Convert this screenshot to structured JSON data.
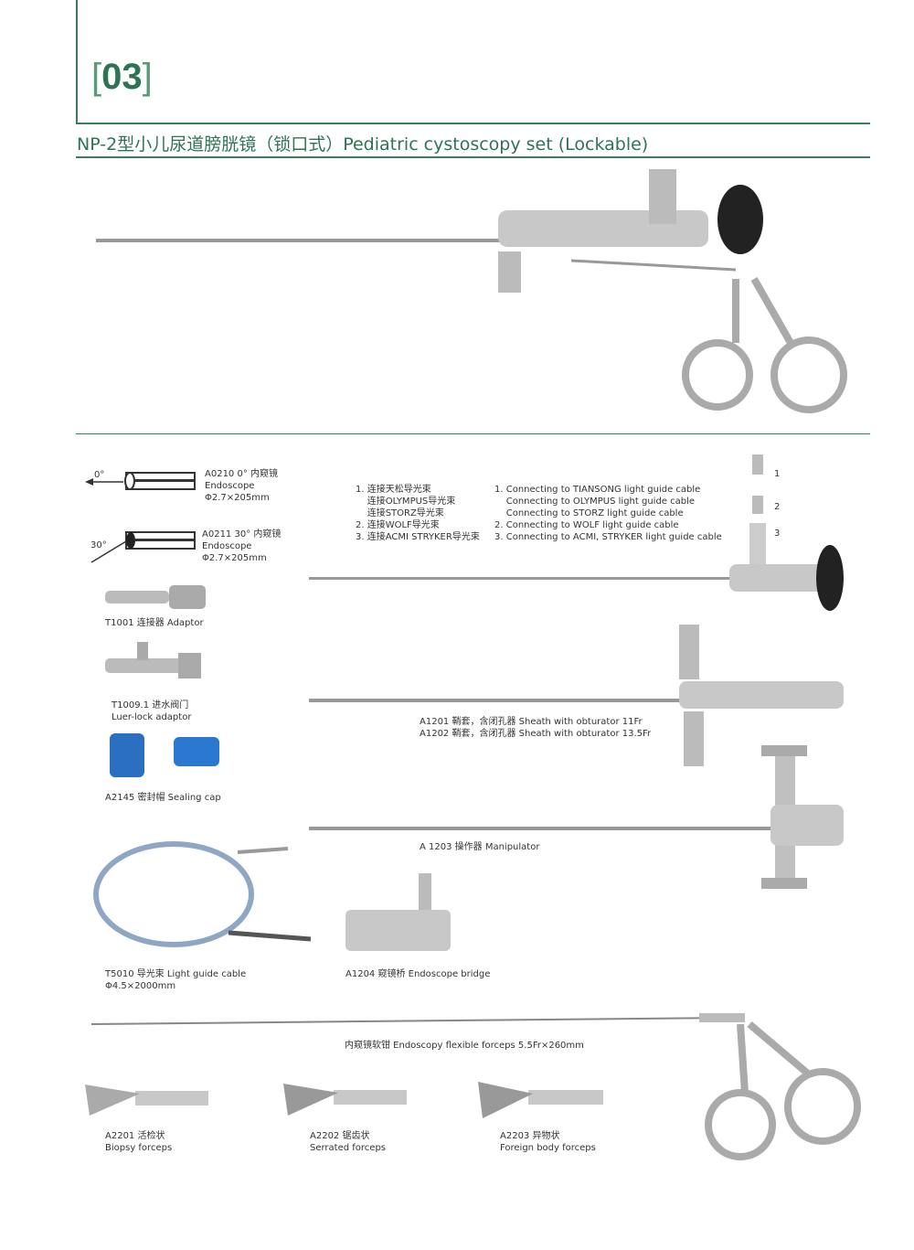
{
  "header": {
    "page_number": "03",
    "title": "NP-2型小儿尿道膀胱镜（锁口式）Pediatric cystoscopy set (Lockable)",
    "accent": "#2f7355"
  },
  "endoscopes": [
    {
      "angle": "0°",
      "lines": [
        "A0210  0° 内窥镜",
        "Endoscope",
        "Φ2.7×205mm"
      ]
    },
    {
      "angle": "30°",
      "lines": [
        "A0211  30° 内窥镜",
        "Endoscope",
        "Φ2.7×205mm"
      ]
    }
  ],
  "connectors_cn": [
    "1. 连接天松导光束",
    "    连接OLYMPUS导光束",
    "    连接STORZ导光束",
    "2. 连接WOLF导光束",
    "3. 连接ACMI STRYKER导光束"
  ],
  "connectors_en": [
    "1. Connecting to TIANSONG light guide cable",
    "    Connecting to OLYMPUS light guide cable",
    "    Connecting to STORZ light guide cable",
    "2. Connecting to WOLF light guide cable",
    "3. Connecting to ACMI, STRYKER light guide cable"
  ],
  "adapter_numbers": [
    "1",
    "2",
    "3"
  ],
  "parts": {
    "t1001": "T1001 连接器 Adaptor",
    "t1009": [
      "T1009.1 进水阀门",
      "Luer-lock adaptor"
    ],
    "a2145": "A2145 密封帽 Sealing cap",
    "sheath": [
      "A1201 鞘套，含闭孔器  Sheath with obturator  11Fr",
      "A1202 鞘套，含闭孔器  Sheath with obturator  13.5Fr"
    ],
    "manipulator": "A 1203 操作器 Manipulator",
    "cable": [
      "T5010 导光束 Light guide cable",
      "Φ4.5×2000mm"
    ],
    "bridge": "A1204 窥镜桥 Endoscope bridge",
    "forceps": "内窥镜软钳 Endoscopy flexible forceps 5.5Fr×260mm",
    "a2201": [
      "A2201 活检状",
      "Biopsy forceps"
    ],
    "a2202": [
      "A2202 锯齿状",
      "Serrated forceps"
    ],
    "a2203": [
      "A2203 异物状",
      "Foreign body forceps"
    ]
  }
}
